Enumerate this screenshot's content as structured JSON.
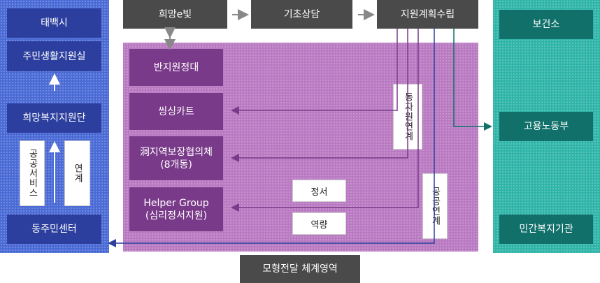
{
  "left": {
    "taebaek": "태백시",
    "residents_office": "주민생활지원실",
    "hope_welfare": "희망복지지원단",
    "public_service": "공공서비스",
    "link": "연계",
    "community_center": "동주민센터"
  },
  "top": {
    "hope_e": "희망e빛",
    "basic_consult": "기초상담",
    "support_plan": "지원계획수립"
  },
  "middle": {
    "half_support": "반지원정대",
    "singsing_cart": "씽싱카트",
    "local_council": "洞지역보장협의체\n(8개동)",
    "helper_group": "Helper Group\n(심리정서지원)",
    "emotion": "정서",
    "capacity": "역량",
    "resource_link": "자원연계",
    "dong_prefix": "동",
    "public_link": "공공연계"
  },
  "right": {
    "health_center": "보건소",
    "labor_ministry": "고용노동부",
    "private_welfare": "민간복지기관"
  },
  "footer": "모형전달 체계영역",
  "colors": {
    "left_panel": "#4a6ad6",
    "navy": "#2c3f9e",
    "right_panel": "#2fb5a8",
    "dark_teal": "#11706a",
    "middle_panel": "#b97ac2",
    "purple_box": "#7a3a8a",
    "grey_box": "#4a4a4a"
  }
}
